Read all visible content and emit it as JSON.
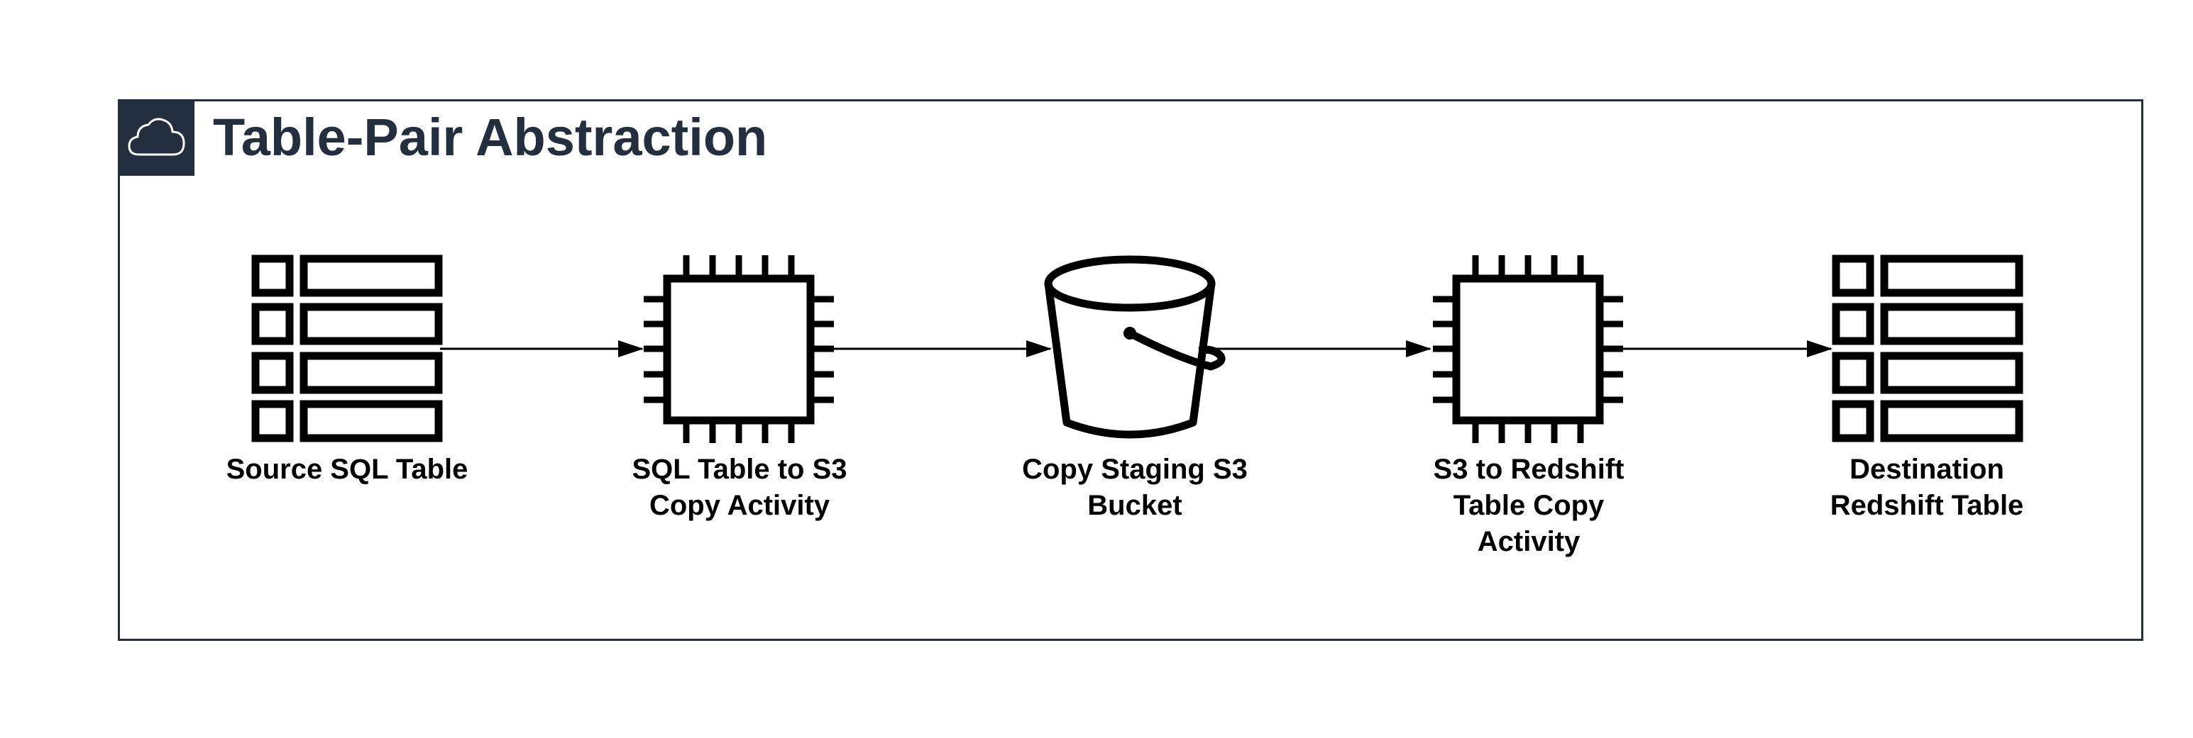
{
  "diagram": {
    "group_title": "Table-Pair Abstraction",
    "group_icon": "cloud-icon",
    "nodes": [
      {
        "id": "source-sql-table",
        "icon": "table-icon",
        "label_lines": [
          "Source SQL Table"
        ]
      },
      {
        "id": "sql-to-s3-copy-activity",
        "icon": "compute-chip-icon",
        "label_lines": [
          "SQL Table to S3",
          "Copy Activity"
        ]
      },
      {
        "id": "copy-staging-s3-bucket",
        "icon": "s3-bucket-icon",
        "label_lines": [
          "Copy Staging S3",
          "Bucket"
        ]
      },
      {
        "id": "s3-to-redshift-copy-activity",
        "icon": "compute-chip-icon",
        "label_lines": [
          "S3 to Redshift",
          "Table Copy",
          "Activity"
        ]
      },
      {
        "id": "destination-redshift-table",
        "icon": "table-icon",
        "label_lines": [
          "Destination",
          "Redshift Table"
        ]
      }
    ],
    "edges": [
      {
        "from": "source-sql-table",
        "to": "sql-to-s3-copy-activity"
      },
      {
        "from": "sql-to-s3-copy-activity",
        "to": "copy-staging-s3-bucket"
      },
      {
        "from": "copy-staging-s3-bucket",
        "to": "s3-to-redshift-copy-activity"
      },
      {
        "from": "s3-to-redshift-copy-activity",
        "to": "destination-redshift-table"
      }
    ],
    "colors": {
      "group_border": "#232f3e",
      "group_title": "#232f3e",
      "icon_stroke": "#000000",
      "edge": "#000000"
    }
  }
}
